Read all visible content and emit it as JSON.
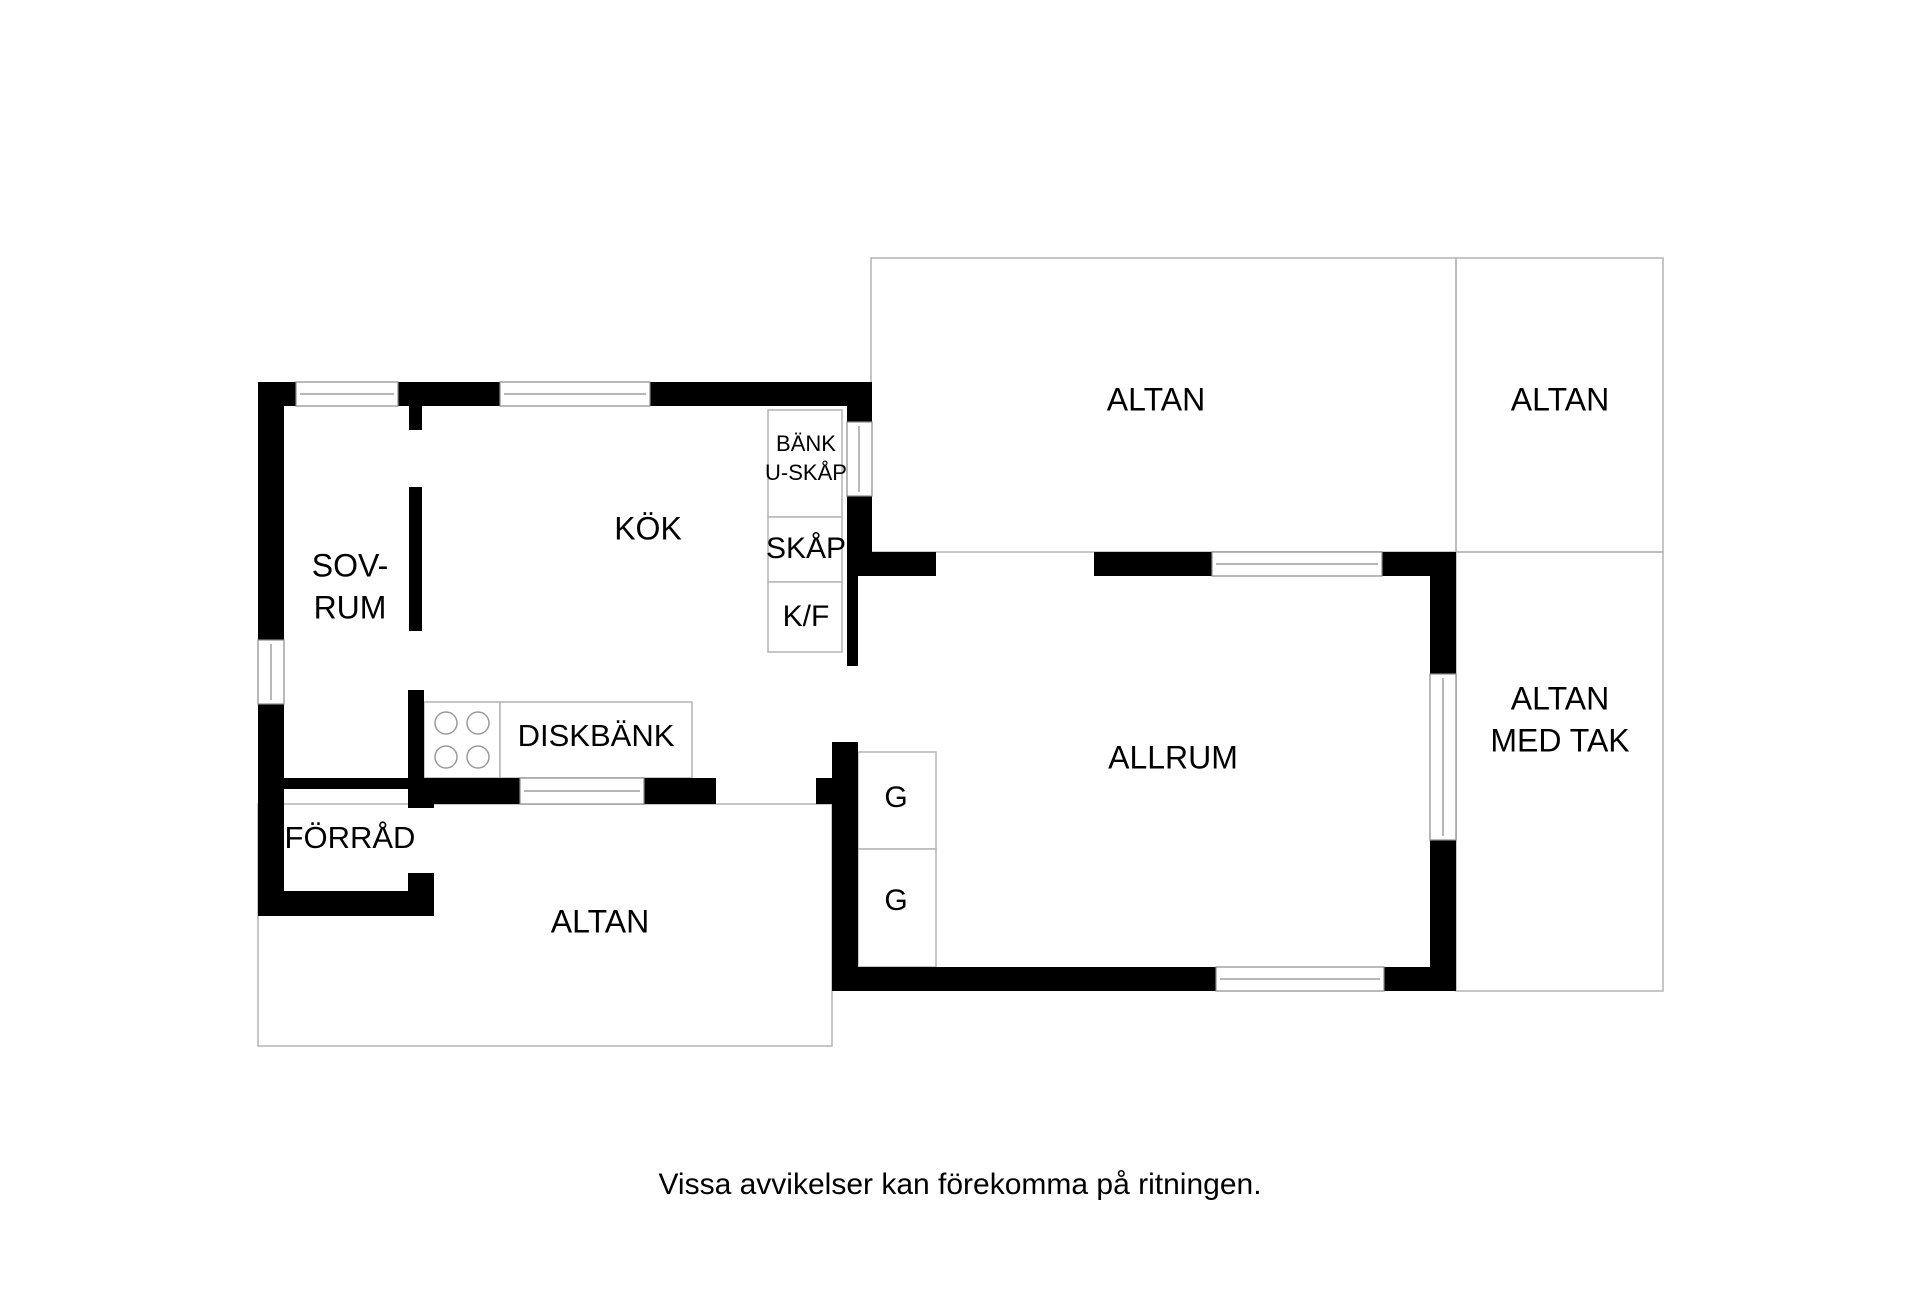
{
  "rooms": {
    "kok": "KÖK",
    "sovrum_line1": "SOV-",
    "sovrum_line2": "RUM",
    "forrad": "FÖRRÅD",
    "allrum": "ALLRUM",
    "altan_top_left": "ALTAN",
    "altan_top_right": "ALTAN",
    "altan_bottom": "ALTAN",
    "altan_med_tak_line1": "ALTAN",
    "altan_med_tak_line2": "MED TAK"
  },
  "fixtures": {
    "bank": "BÄNK",
    "u_skap": "U-SKÅP",
    "skap": "SKÅP",
    "kf": "K/F",
    "diskbank": "DISKBÄNK",
    "g1": "G",
    "g2": "G"
  },
  "disclaimer": "Vissa avvikelser kan förekomma på ritningen.",
  "colors": {
    "wall": "#000000",
    "outline": "#b4b4b4",
    "background": "#ffffff"
  }
}
